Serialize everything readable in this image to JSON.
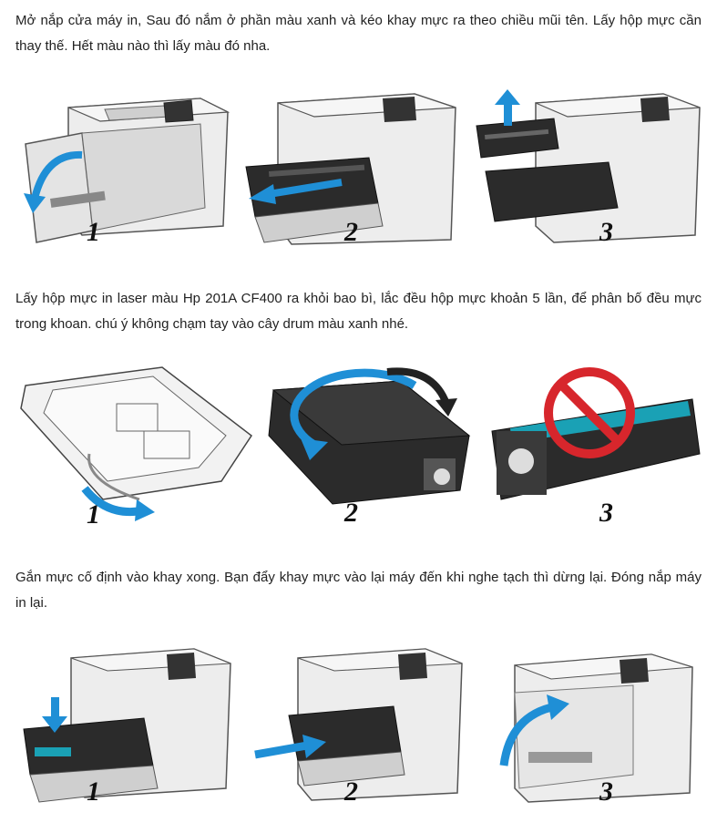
{
  "instructions": [
    {
      "text": "Mở nắp cửa máy in, Sau đó nắm ở phần màu xanh và kéo khay mực ra theo chiều mũi tên. Lấy hộp mực cần thay thế. Hết màu nào thì lấy màu đó nha.",
      "steps": [
        {
          "num": "1",
          "illustration": "printer-open-front-door"
        },
        {
          "num": "2",
          "illustration": "printer-pull-out-tray"
        },
        {
          "num": "3",
          "illustration": "printer-remove-cartridge"
        }
      ]
    },
    {
      "text": "Lấy hộp mực in laser màu Hp 201A CF400 ra khỏi bao bì, lắc đều hộp mực khoản 5 lần, để phân bố đều mực trong khoan. chú ý không chạm tay vào cây drum màu xanh nhé.",
      "steps": [
        {
          "num": "1",
          "illustration": "cartridge-unpack"
        },
        {
          "num": "2",
          "illustration": "cartridge-shake"
        },
        {
          "num": "3",
          "illustration": "drum-do-not-touch"
        }
      ]
    },
    {
      "text": "Gắn mực cố định vào khay xong. Bạn đẩy khay mực vào lại máy đến khi nghe tạch thì dừng lại. Đóng nắp máy in lại.",
      "steps": [
        {
          "num": "1",
          "illustration": "cartridge-insert-tray"
        },
        {
          "num": "2",
          "illustration": "printer-push-tray-in"
        },
        {
          "num": "3",
          "illustration": "printer-close-door"
        }
      ]
    }
  ],
  "colors": {
    "arrow": "#1f8fd6",
    "printer_body": "#eeeeee",
    "printer_outline": "#555555",
    "cartridge": "#2b2b2b",
    "drum": "#1aa1b5",
    "prohibit": "#d7262c"
  }
}
